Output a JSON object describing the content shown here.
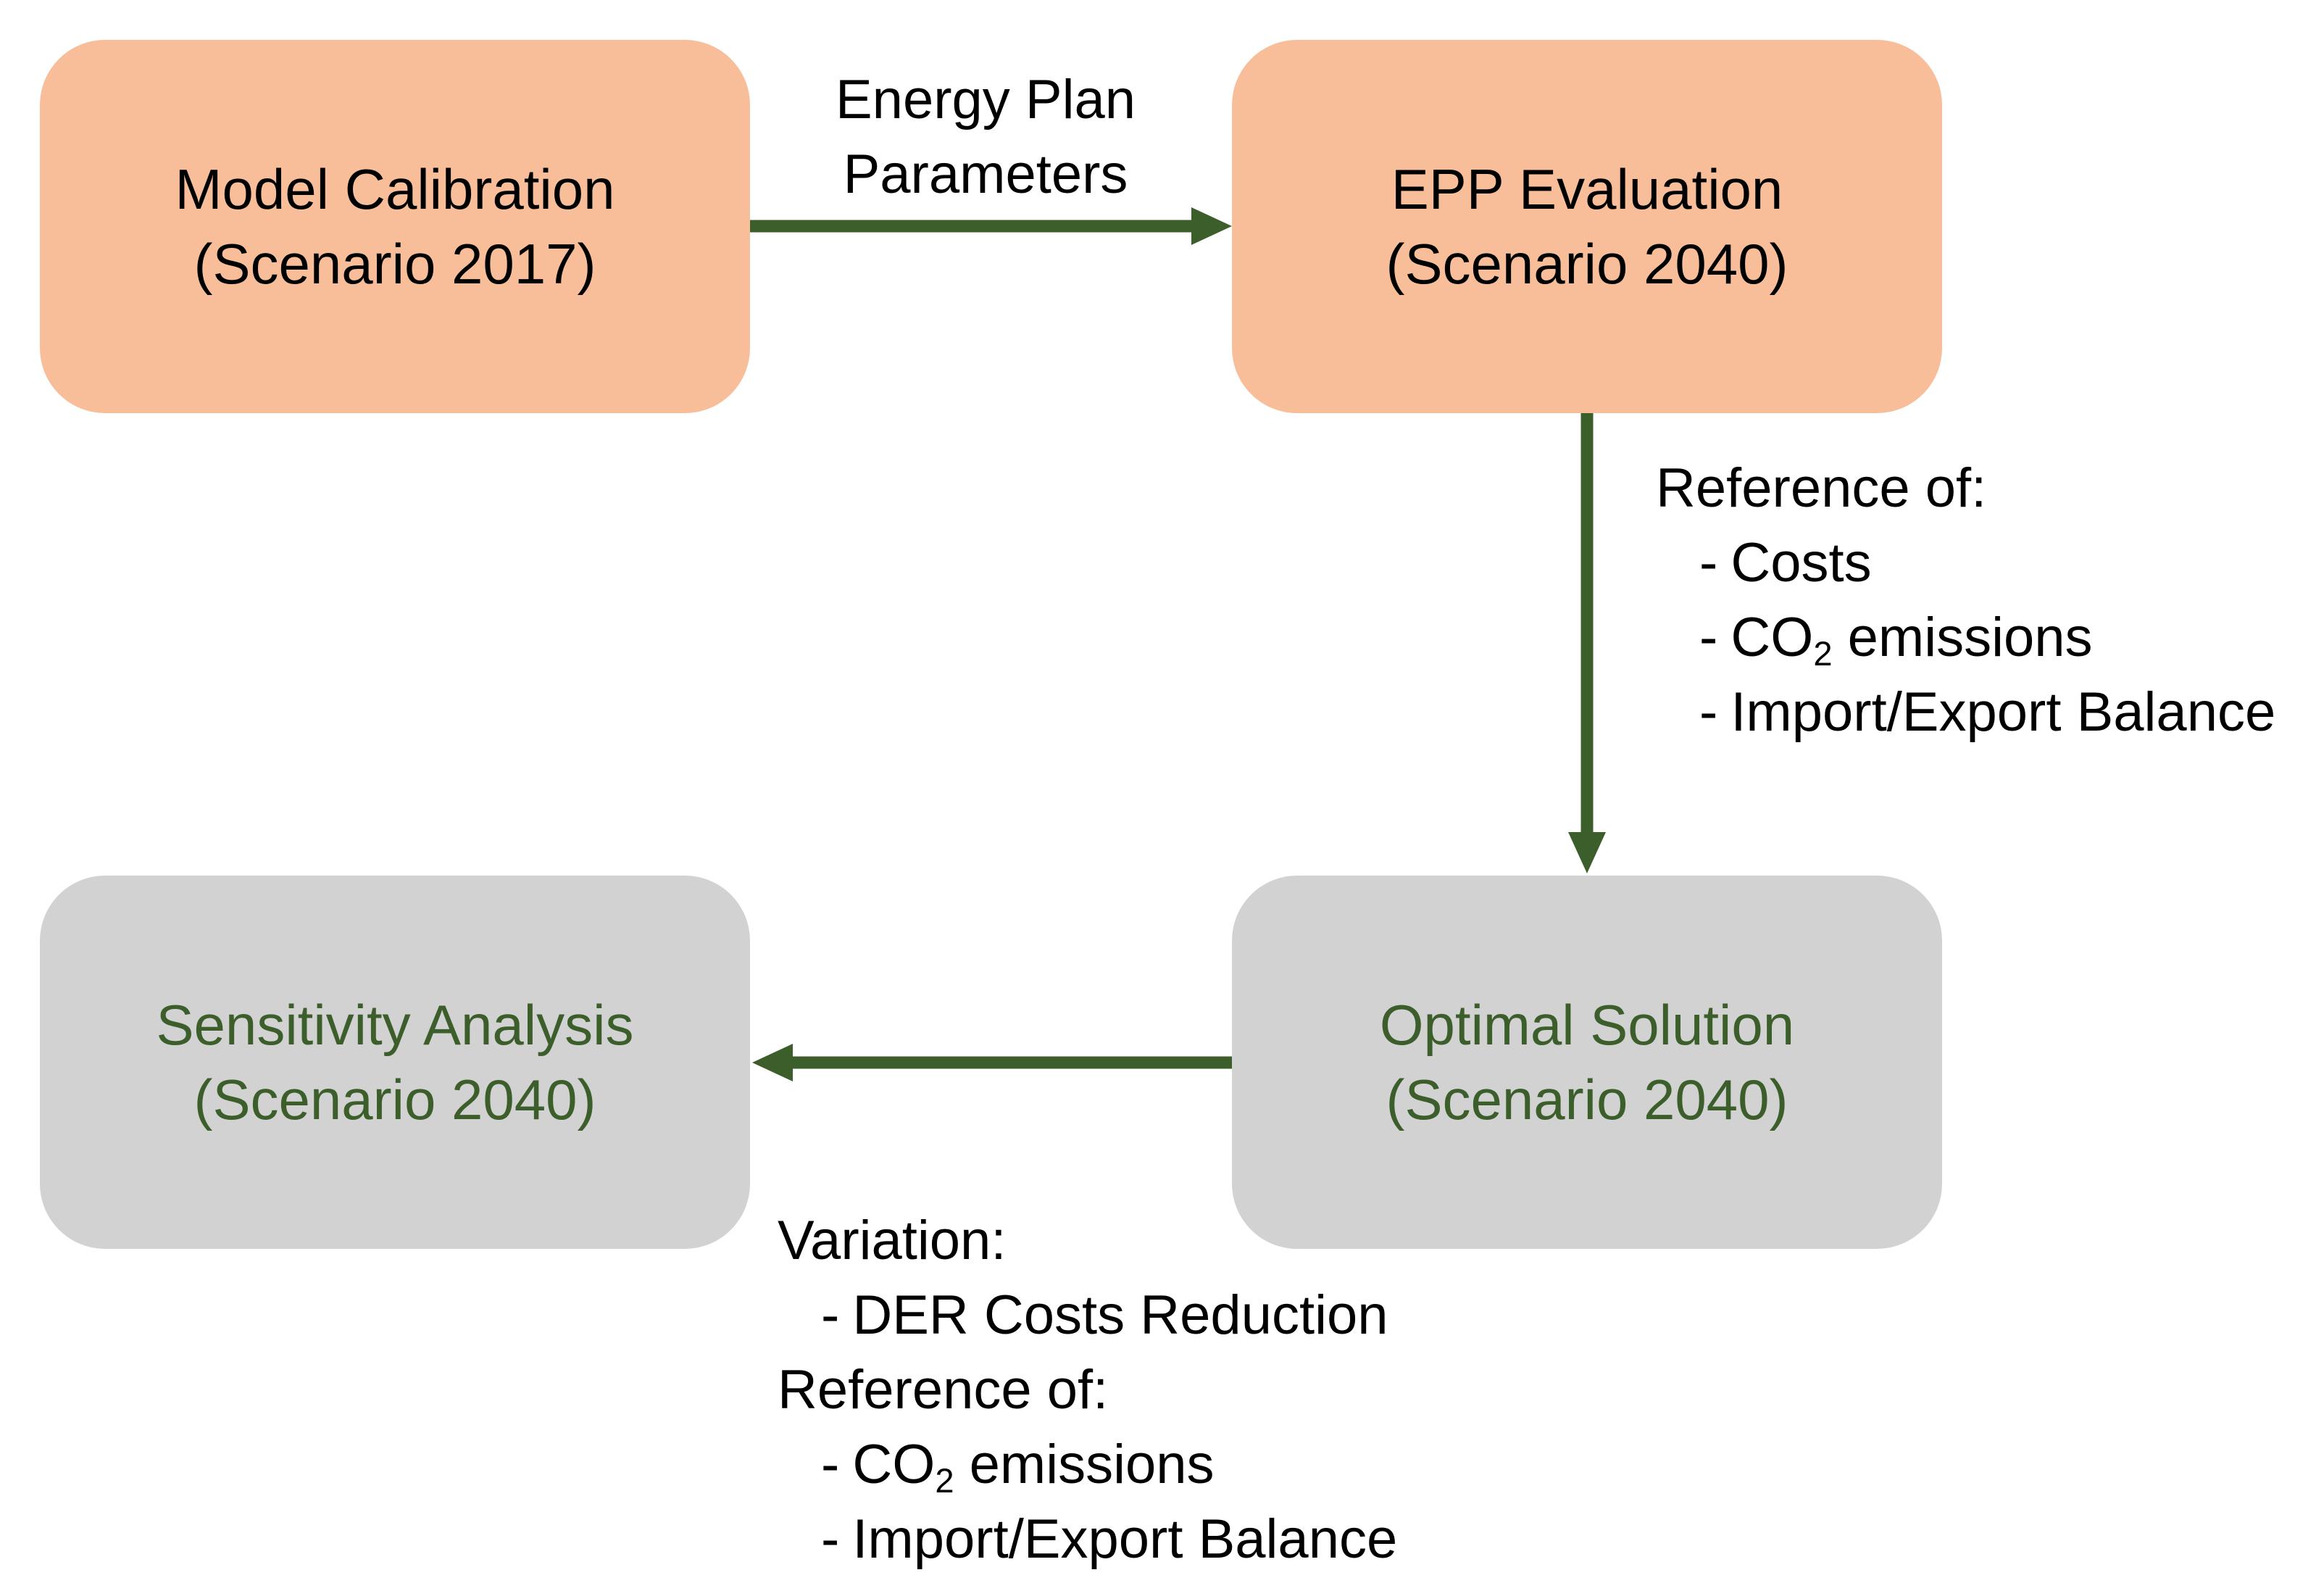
{
  "colors": {
    "accent_green": "#3b5e2b",
    "box_orange": "#f7be99",
    "box_gray": "#d2d2d2",
    "text_dark": "#000000"
  },
  "boxes": {
    "model_calibration": {
      "line1": "Model Calibration",
      "line2": "(Scenario 2017)"
    },
    "epp_evaluation": {
      "line1": "EPP Evaluation",
      "line2": "(Scenario 2040)"
    },
    "optimal_solution": {
      "line1": "Optimal Solution",
      "line2": "(Scenario 2040)"
    },
    "sensitivity_analysis": {
      "line1": "Sensitivity Analysis",
      "line2": "(Scenario 2040)"
    }
  },
  "edges": {
    "calibration_to_evaluation": {
      "label_line1": "Energy Plan",
      "label_line2": "Parameters"
    }
  },
  "annotations": {
    "epp_outputs": {
      "heading": "Reference of:",
      "item_costs": "Costs",
      "item_co2_prefix": "CO",
      "item_co2_sub": "2",
      "item_co2_suffix": " emissions",
      "item_balance": "Import/Export Balance"
    },
    "sensitivity_inputs": {
      "variation_heading": "Variation:",
      "variation_item": "DER Costs Reduction",
      "reference_heading": "Reference of:",
      "item_co2_prefix": "CO",
      "item_co2_sub": "2",
      "item_co2_suffix": " emissions",
      "item_balance": "Import/Export Balance"
    }
  }
}
